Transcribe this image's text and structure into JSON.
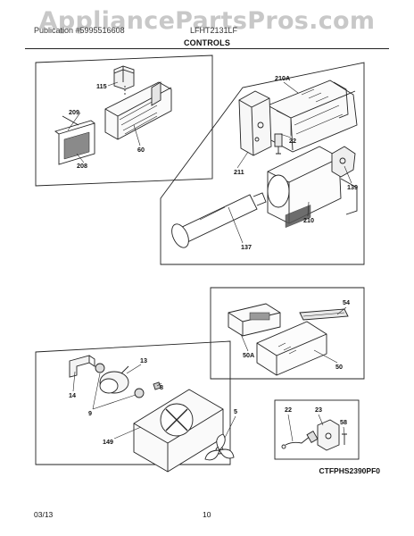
{
  "watermark": "AppliancePartsPros.com",
  "header": {
    "left_text": "Publication #5995516608",
    "right_text": "LFHT2131LF",
    "section_title": "CONTROLS"
  },
  "diagram_code": "CTFPHS2390PF0",
  "footer": {
    "date": "03/13",
    "page": "10"
  },
  "part_labels": {
    "p115": "115",
    "p209": "209",
    "p60": "60",
    "p208": "208",
    "p210A": "210A",
    "p22a": "22",
    "p211": "211",
    "p139": "139",
    "p210": "210",
    "p137": "137",
    "p54": "54",
    "p50A": "50A",
    "p50": "50",
    "p13": "13",
    "p14": "14",
    "p8": "8",
    "p9": "9",
    "p5": "5",
    "p149": "149",
    "p22b": "22",
    "p23": "23",
    "p58": "58"
  }
}
